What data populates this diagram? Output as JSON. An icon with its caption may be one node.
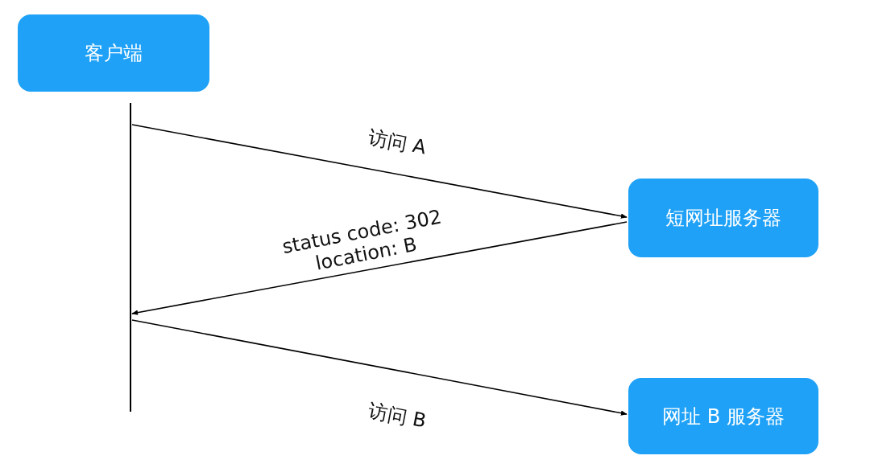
{
  "diagram": {
    "nodes": [
      {
        "text": [
          "客户端"
        ]
      },
      {
        "text": [
          "短网址服务器"
        ]
      },
      {
        "text": [
          "网址 B 服务器"
        ]
      },
      {
        "text": [],
        "shape": "bar"
      }
    ],
    "edges": [
      {
        "from": 3,
        "to": 1,
        "arrow": "to",
        "label": "访问 A"
      },
      {
        "from": 1,
        "to": 3,
        "arrow": "to",
        "label": "status code: 302 location: B"
      },
      {
        "from": 3,
        "to": 2,
        "arrow": "to",
        "label": "访问 B"
      }
    ]
  }
}
